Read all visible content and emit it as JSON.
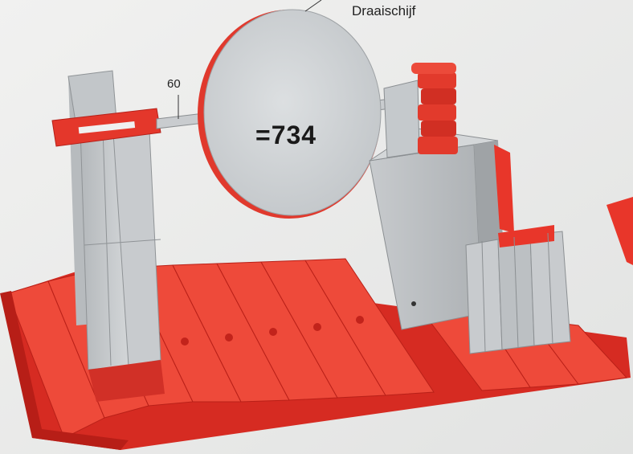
{
  "illustration": {
    "labels": {
      "disk": "Draaischijf",
      "axle": "60",
      "number": "=734"
    },
    "colors": {
      "background": "#ededed",
      "baseplate": "#e8362a",
      "block_grey": "#c9cdd0",
      "disk": "#d2d5d8",
      "gear_red": "#e23a2c"
    }
  }
}
